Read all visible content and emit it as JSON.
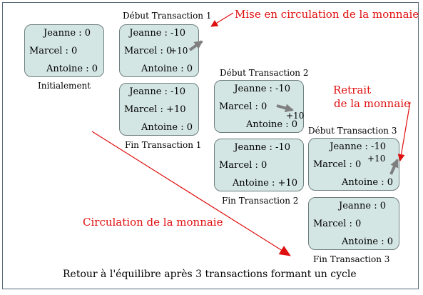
{
  "states": [
    {
      "jeanne": "Jeanne : 0",
      "marcel": "Marcel : 0",
      "antoine": "Antoine : 0",
      "title": "Initialement"
    },
    {
      "jeanne": "Jeanne : -10",
      "marcel": "Marcel : 0",
      "antoine": "Antoine : 0",
      "title": "Début Transaction 1",
      "plus": "+10"
    },
    {
      "jeanne": "Jeanne : -10",
      "marcel": "Marcel : +10",
      "antoine": "Antoine : 0",
      "title": "Fin Transaction 1"
    },
    {
      "jeanne": "Jeanne : -10",
      "marcel": "Marcel : 0",
      "antoine": "Antoine : 0",
      "title": "Début Transaction 2",
      "plus": "+10"
    },
    {
      "jeanne": "Jeanne : -10",
      "marcel": "Marcel : 0",
      "antoine": "Antoine : +10",
      "title": "Fin Transaction 2"
    },
    {
      "jeanne": "Jeanne : -10",
      "marcel": "Marcel : 0",
      "antoine": "Antoine : 0",
      "title": "Début Transaction 3",
      "plus": "+10"
    },
    {
      "jeanne": "Jeanne : 0",
      "marcel": "Marcel : 0",
      "antoine": "Antoine : 0",
      "title": "Fin Transaction 3"
    }
  ],
  "annotations": {
    "mise": "Mise en circulation de la monnaie",
    "retrait_line1": "Retrait",
    "retrait_line2": "de la monnaie",
    "circulation": "Circulation de la monnaie"
  },
  "caption": "Retour à l'équilibre après 3 transactions formant un cycle",
  "colors": {
    "box_fill": "#d3e6e3",
    "annotation": "#e01010",
    "gray_arrow": "#7f7f7f"
  }
}
